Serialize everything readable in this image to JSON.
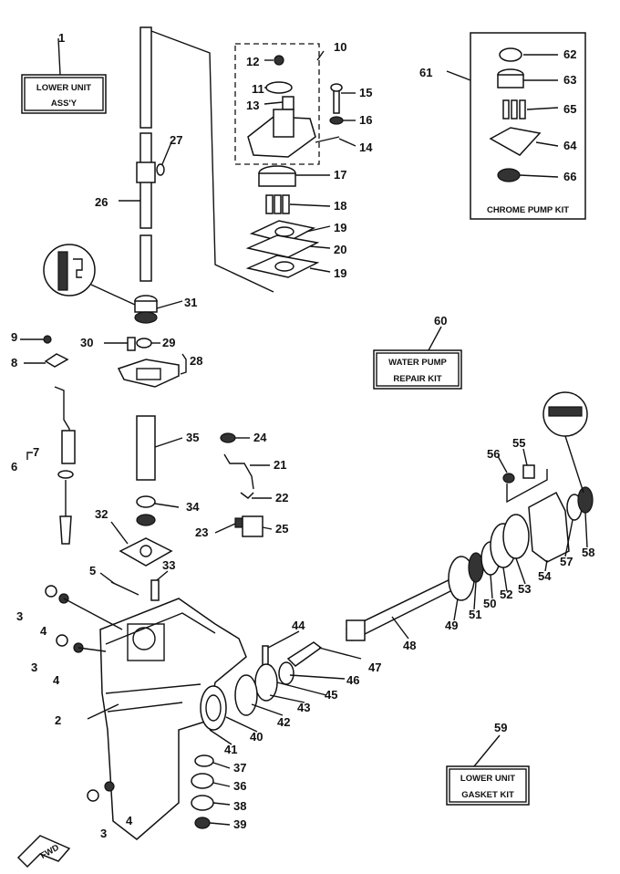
{
  "boxes": {
    "lower_unit_assy": [
      "LOWER UNIT",
      "ASS'Y"
    ],
    "chrome_pump_kit": "CHROME PUMP KIT",
    "water_pump_repair_kit": [
      "WATER PUMP",
      "REPAIR KIT"
    ],
    "lower_unit_gasket_kit": [
      "LOWER UNIT",
      "GASKET KIT"
    ]
  },
  "fwd": "FWD",
  "callouts": [
    "1",
    "2",
    "3",
    "4",
    "5",
    "6",
    "7",
    "8",
    "9",
    "10",
    "11",
    "12",
    "13",
    "14",
    "15",
    "16",
    "17",
    "18",
    "19",
    "20",
    "21",
    "22",
    "23",
    "24",
    "25",
    "26",
    "27",
    "28",
    "29",
    "30",
    "31",
    "32",
    "33",
    "34",
    "35",
    "36",
    "37",
    "38",
    "39",
    "40",
    "41",
    "42",
    "43",
    "44",
    "45",
    "46",
    "47",
    "48",
    "49",
    "50",
    "51",
    "52",
    "53",
    "54",
    "55",
    "56",
    "57",
    "58",
    "59",
    "60",
    "61",
    "62",
    "63",
    "64",
    "65",
    "66"
  ],
  "callout_texts": {
    "3": "3",
    "4": "4",
    "19": "19"
  },
  "colors": {
    "ink": "#111111",
    "paper": "#ffffff"
  }
}
